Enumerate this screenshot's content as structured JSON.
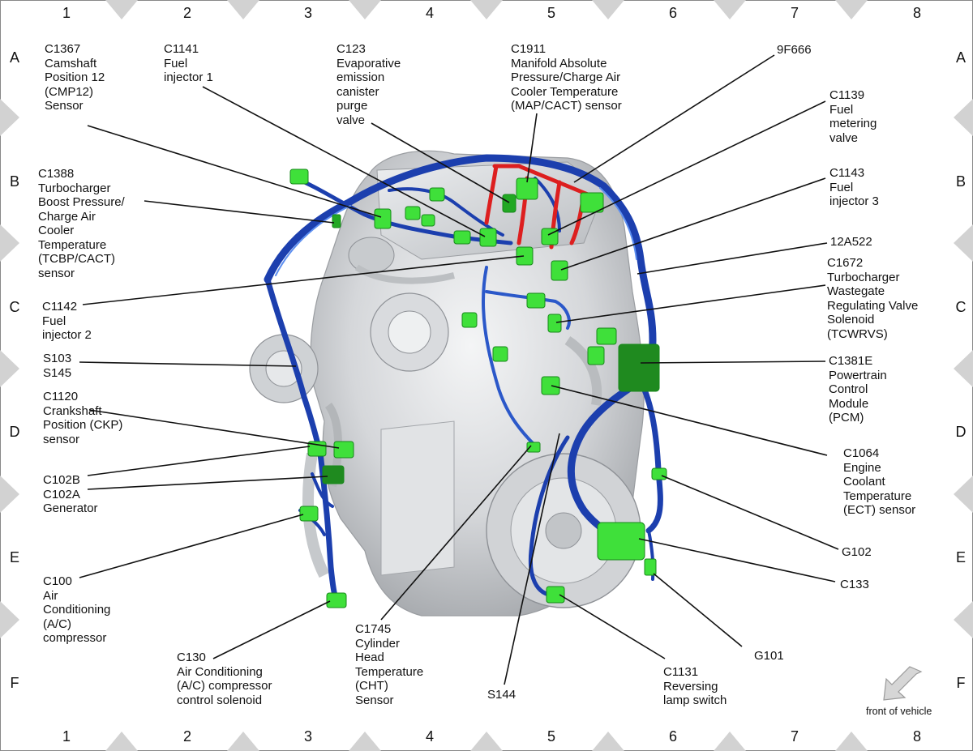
{
  "grid": {
    "columns": [
      "1",
      "2",
      "3",
      "4",
      "5",
      "6",
      "7",
      "8"
    ],
    "rows": [
      "A",
      "B",
      "C",
      "D",
      "E",
      "F"
    ]
  },
  "labels": {
    "c1367": "C1367\nCamshaft\nPosition 12\n(CMP12)\nSensor",
    "c1141": "C1141\nFuel\ninjector 1",
    "c123": "C123\nEvaporative\nemission\ncanister\npurge\nvalve",
    "c1911": "C1911\nManifold Absolute\nPressure/Charge Air\nCooler Temperature\n(MAP/CACT) sensor",
    "f9f666": "9F666",
    "c1139": "C1139\nFuel\nmetering\nvalve",
    "c1388": "C1388\nTurbocharger\nBoost Pressure/\nCharge Air\nCooler\nTemperature\n(TCBP/CACT)\nsensor",
    "c1143": "C1143\nFuel\ninjector 3",
    "h12a522": "12A522",
    "c1672": "C1672\nTurbocharger\nWastegate\nRegulating Valve\nSolenoid\n(TCWRVS)",
    "c1142": "C1142\nFuel\ninjector 2",
    "s103": "S103\nS145",
    "c1381e": "C1381E\nPowertrain\nControl\nModule\n(PCM)",
    "c1120": "C1120\nCrankshaft\nPosition (CKP)\nsensor",
    "c1064": "C1064\nEngine\nCoolant\nTemperature\n(ECT) sensor",
    "c102": "C102B\nC102A\nGenerator",
    "g102": "G102",
    "c100": "C100\nAir\nConditioning\n(A/C)\ncompressor",
    "c133": "C133",
    "c1745": "C1745\nCylinder\nHead\nTemperature\n(CHT)\nSensor",
    "g101": "G101",
    "c130": "C130\nAir Conditioning\n(A/C) compressor\ncontrol solenoid",
    "s144": "S144",
    "c1131": "C1131\nReversing\nlamp switch"
  },
  "front_of_vehicle": "front of vehicle",
  "colors": {
    "harness": "#1c3fae",
    "harness_highlight": "#3f72e0",
    "red_harness": "#dd1f1f",
    "connector": "#3fe03a",
    "connector_dark": "#17881a",
    "engine": "#d5d7da",
    "border_marker": "#d2d2d2"
  }
}
